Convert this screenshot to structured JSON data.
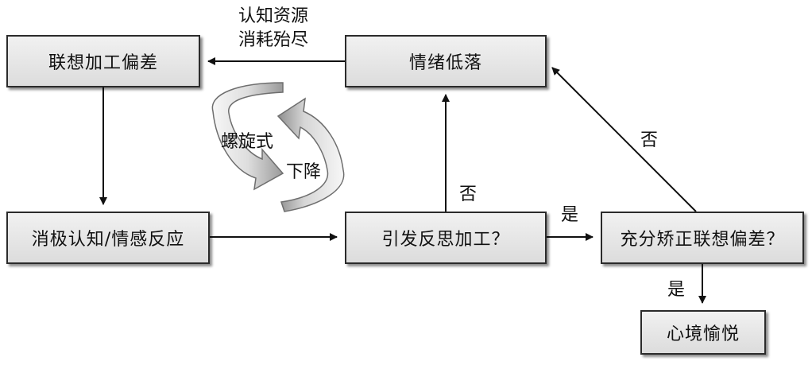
{
  "nodes": {
    "bias": "联想加工偏差",
    "mood": "情绪低落",
    "negative": "消极认知/情感反应",
    "reflect": "引发反思加工？",
    "correct": "充分矫正联想偏差？",
    "happy": "心境愉悦"
  },
  "labels": {
    "depleted_line1": "认知资源",
    "depleted_line2": "消耗殆尽",
    "spiral_line1": "螺旋式",
    "spiral_line2": "下降",
    "no_reflect": "否",
    "yes_reflect": "是",
    "no_correct": "否",
    "yes_correct": "是"
  },
  "colors": {
    "box_border": "#2b2b2b",
    "box_fill_top": "#f1f1f1",
    "box_fill_bottom": "#dcdcdc",
    "arrow": "#111111",
    "spiral_fill": "#e6e6e6",
    "spiral_edge": "#6e6e6e"
  },
  "icons": {
    "spiral": "spiral-arrow-icon"
  }
}
